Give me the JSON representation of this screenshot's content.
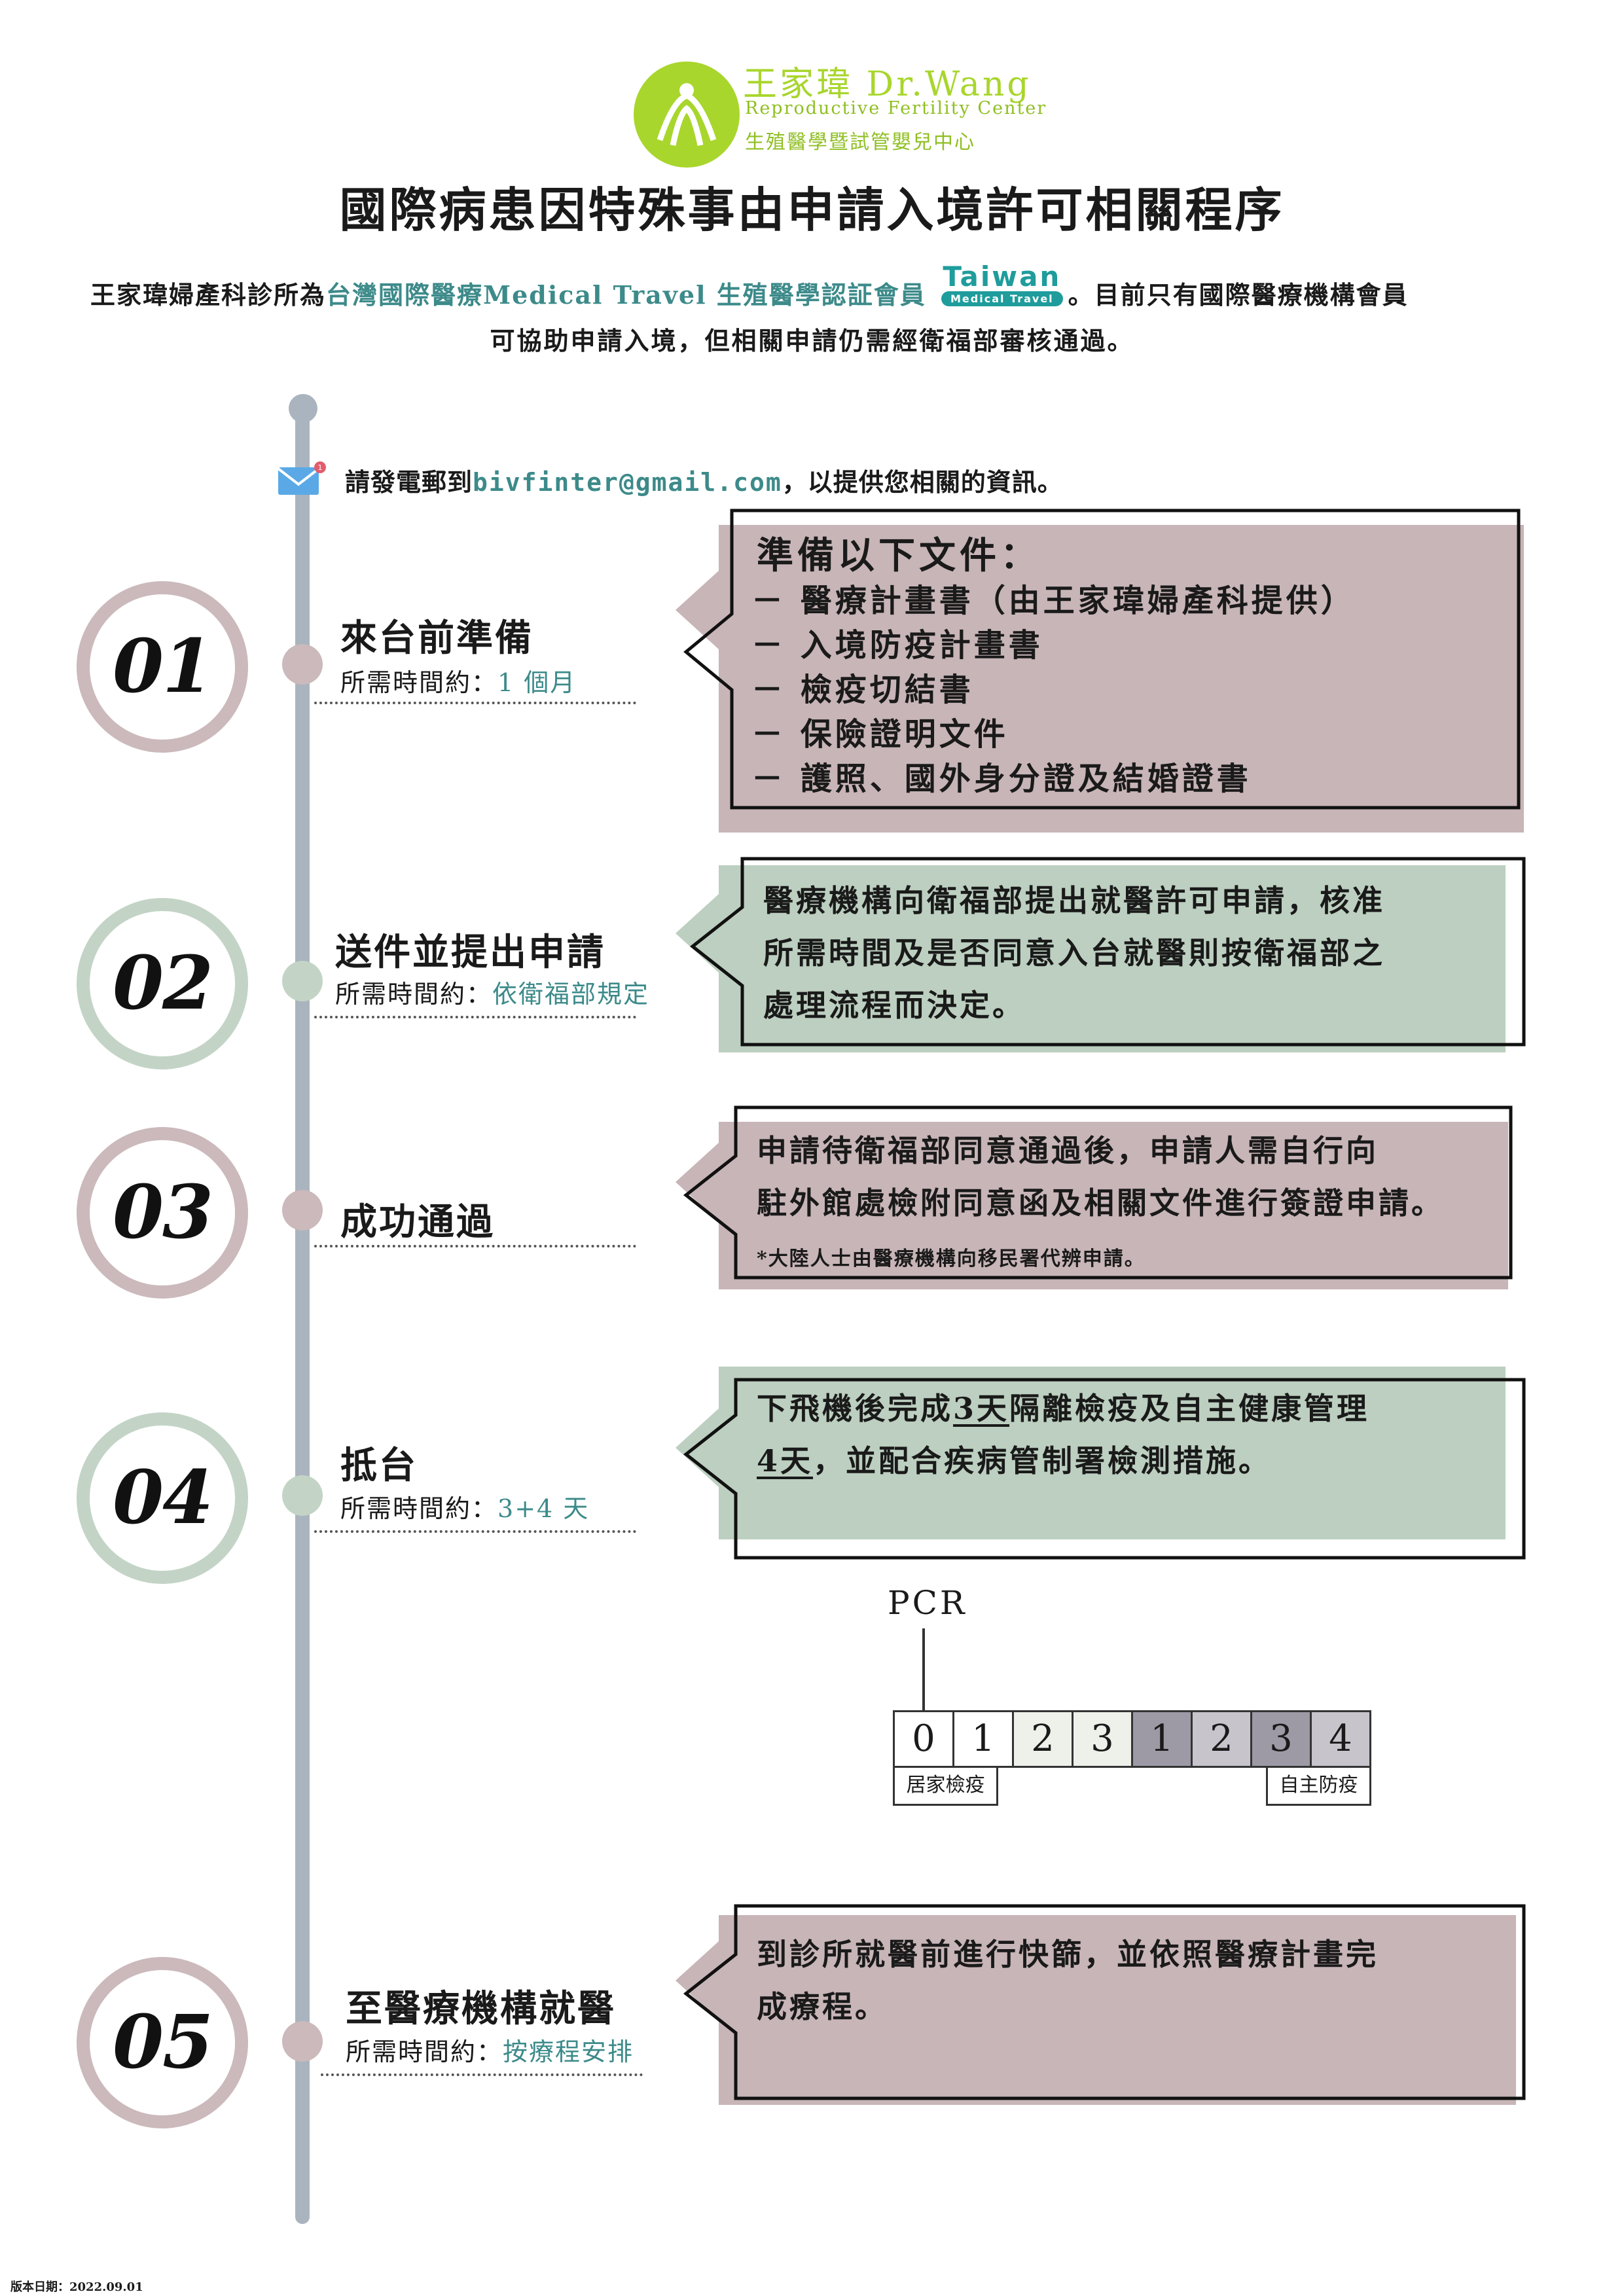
{
  "header": {
    "logo_name": "王家瑋 Dr.Wang",
    "logo_subtitle": "Reproductive Fertility Center",
    "logo_chinese": "生殖醫學暨試管嬰兒中心",
    "title": "國際病患因特殊事由申請入境許可相關程序"
  },
  "intro": {
    "prefix": "王家瑋婦產科診所為",
    "highlight": "台灣國際醫療Medical Travel 生殖醫學認証會員",
    "badge_word": "Taiwan",
    "badge_sub": "Medical Travel",
    "suffix": "。目前只有國際醫療機構會員",
    "line2": "可協助申請入境，但相關申請仍需經衛福部審核通過。"
  },
  "contact": {
    "icon": "mail-icon",
    "prefix": "請發電郵到",
    "email": "bivfinter@gmail.com",
    "suffix": "，以提供您相關的資訊。"
  },
  "steps": [
    {
      "number": "01",
      "title": "來台前準備",
      "time_label": "所需時間約：",
      "time_value": "1 個月",
      "callout": {
        "title": "準備以下文件：",
        "items": [
          "－ 醫療計畫書（由王家瑋婦產科提供）",
          "－ 入境防疫計畫書",
          "－ 檢疫切結書",
          "－ 保險證明文件",
          "－ 護照、國外身分證及結婚證書"
        ]
      }
    },
    {
      "number": "02",
      "title": "送件並提出申請",
      "time_label": "所需時間約：",
      "time_value": "依衛福部規定",
      "callout": {
        "lines": [
          "醫療機構向衛福部提出就醫許可申請，核准",
          "所需時間及是否同意入台就醫則按衛福部之",
          "處理流程而決定。"
        ]
      }
    },
    {
      "number": "03",
      "title": "成功通過",
      "callout": {
        "lines": [
          "申請待衛福部同意通過後，申請人需自行向",
          "駐外館處檢附同意函及相關文件進行簽證申請。"
        ],
        "note": "*大陸人士由醫療機構向移民署代辨申請。"
      }
    },
    {
      "number": "04",
      "title": "抵台",
      "time_label": "所需時間約：",
      "time_value": "3+4 天",
      "callout": {
        "line1_a": "下飛機後完成",
        "line1_u": "3天",
        "line1_b": "隔離檢疫及自主健康管理",
        "line2_u": "4天",
        "line2_b": "，並配合疾病管制署檢測措施。"
      }
    },
    {
      "number": "05",
      "title": "至醫療機構就醫",
      "time_label": "所需時間約：",
      "time_value": "按療程安排",
      "callout": {
        "lines": [
          "到診所就醫前進行快篩，並依照醫療計畫完",
          "成療程。"
        ]
      }
    }
  ],
  "pcr": {
    "label": "PCR",
    "days": [
      "0",
      "1",
      "2",
      "3",
      "1",
      "2",
      "3",
      "4"
    ],
    "home_label": "居家檢疫",
    "self_label": "自主防疫"
  },
  "colors": {
    "mauve": "#c8b5b7",
    "green": "#bccfc0",
    "teal": "#3d8a8a",
    "logo_green": "#a8d62c",
    "timeline": "#aab4be"
  },
  "version": "版本日期：2022.09.01"
}
